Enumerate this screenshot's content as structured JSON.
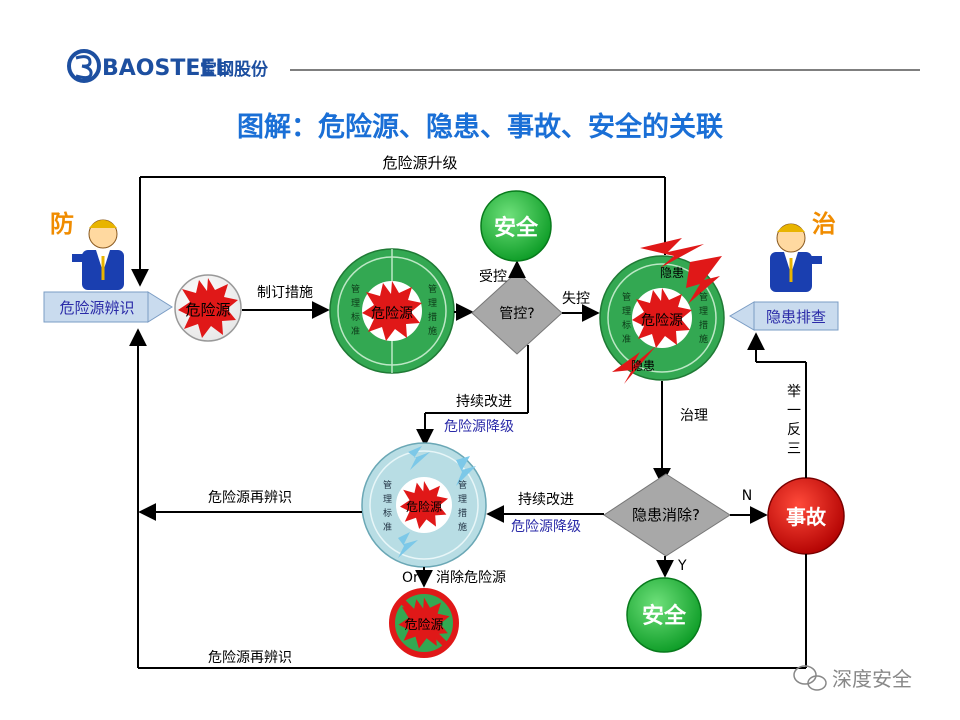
{
  "header": {
    "brand_en": "BAOSTEEL",
    "brand_cn": "宝钢股份",
    "title": "图解：危险源、隐患、事故、安全的关联"
  },
  "labels": {
    "upgrade": "危险源升级",
    "prevent": "防",
    "treat": "治",
    "identify": "危险源辨识",
    "hazard": "危险源",
    "make_measures": "制订措施",
    "mgmt_standard": "管理标准",
    "mgmt_measures": "管理措施",
    "control": "管控?",
    "controlled": "受控",
    "out_of_control": "失控",
    "safe": "安全",
    "risk_check": "隐患排查",
    "risk": "隐患",
    "continuous_improve": "持续改进",
    "downgrade": "危险源降级",
    "govern": "治理",
    "inference": "举一反三",
    "re_identify": "危险源再辨识",
    "risk_eliminated": "隐患消除?",
    "accident": "事故",
    "no": "N",
    "yes": "Y",
    "or": "Or",
    "eliminate": "消除危险源",
    "watermark": "深度安全"
  },
  "colors": {
    "title_blue": "#1a6fd6",
    "ring_green": "#33a852",
    "ring_blue": "#b8dde4",
    "diamond_gray": "#a8a8a8",
    "safe_green": "#1db13a",
    "accident_red": "#d90000",
    "starburst_red": "#e01818",
    "label_orange": "#f08c00",
    "box_blue": "#c9dbee",
    "text_blue": "#2a2aa8"
  }
}
